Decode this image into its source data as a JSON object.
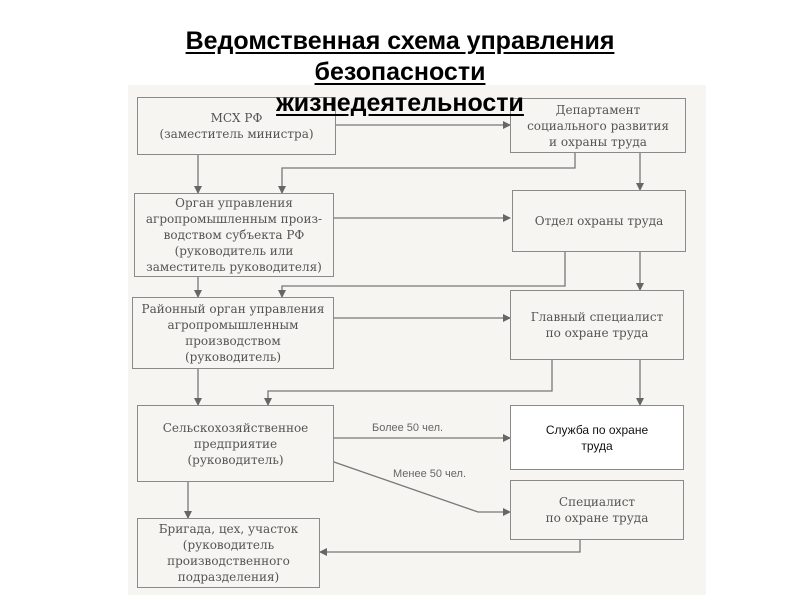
{
  "title_lines": [
    "Ведомственная схема управления",
    "безопасности",
    "жизнедеятельности"
  ],
  "nodes": {
    "msh": {
      "lines": [
        "МСХ РФ",
        "(заместитель министра)"
      ]
    },
    "department": {
      "lines": [
        "Департамент",
        "социального развития",
        "и охраны труда"
      ]
    },
    "agro_organ": {
      "lines": [
        "Орган управления",
        "агропромышленным произ-",
        "водством субъекта РФ",
        "(руководитель или",
        "заместитель руководителя)"
      ]
    },
    "labor_dept": {
      "lines": [
        "Отдел охраны труда"
      ]
    },
    "district_organ": {
      "lines": [
        "Районный орган управления",
        "агропромышленным",
        "производством",
        "(руководитель)"
      ]
    },
    "chief_specialist": {
      "lines": [
        "Главный специалист",
        "по охране труда"
      ]
    },
    "enterprise": {
      "lines": [
        "Сельскохозяйственное",
        "предприятие",
        "(руководитель)"
      ]
    },
    "labor_service": {
      "lines": [
        "Служба по охране",
        "труда"
      ]
    },
    "specialist": {
      "lines": [
        "Специалист",
        "по охране труда"
      ]
    },
    "brigade": {
      "lines": [
        "Бригада, цех, участок",
        "(руководитель",
        "производственного",
        "подразделения)"
      ]
    }
  },
  "edge_labels": {
    "more_50": "Более 50 чел.",
    "less_50": "Менее 50 чел."
  }
}
